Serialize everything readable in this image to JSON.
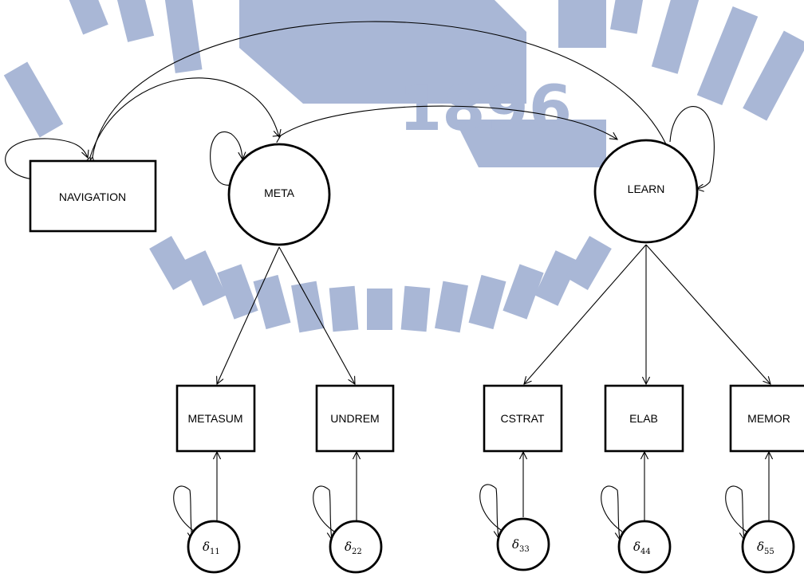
{
  "watermark": {
    "year": "1896",
    "color": "#A9B7D6"
  },
  "nodes": {
    "navigation": {
      "label": "NAVIGATION"
    },
    "meta": {
      "label": "META"
    },
    "learn": {
      "label": "LEARN"
    },
    "metasum": {
      "label": "METASUM"
    },
    "undrem": {
      "label": "UNDREM"
    },
    "cstrat": {
      "label": "CSTRAT"
    },
    "elab": {
      "label": "ELAB"
    },
    "memor": {
      "label": "MEMOR"
    }
  },
  "errors": [
    {
      "symbol": "δ",
      "subscript": "11"
    },
    {
      "symbol": "δ",
      "subscript": "22"
    },
    {
      "symbol": "δ",
      "subscript": "33"
    },
    {
      "symbol": "δ",
      "subscript": "44"
    },
    {
      "symbol": "δ",
      "subscript": "55"
    }
  ]
}
